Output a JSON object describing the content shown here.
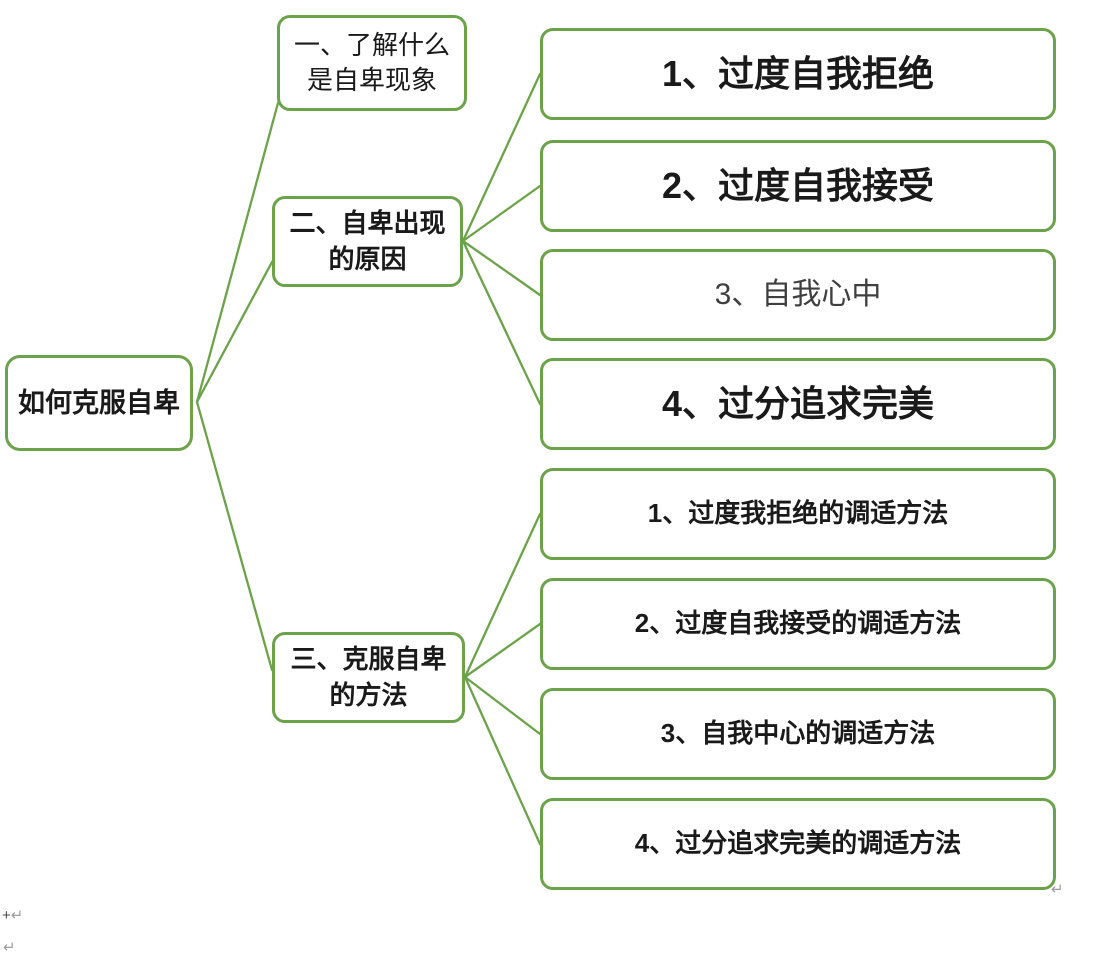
{
  "diagram": {
    "root": {
      "label": "如何克服自卑"
    },
    "branches": [
      {
        "label": "一、了解什么\n是自卑现象",
        "children": []
      },
      {
        "label": "二、自卑出现\n的原因",
        "children": [
          {
            "label": "1、过度自我拒绝"
          },
          {
            "label": "2、过度自我接受"
          },
          {
            "label": "3、自我心中"
          },
          {
            "label": "4、过分追求完美"
          }
        ]
      },
      {
        "label": "三、克服自卑\n的方法",
        "children": [
          {
            "label": "1、过度我拒绝的调适方法"
          },
          {
            "label": "2、过度自我接受的调适方法"
          },
          {
            "label": "3、自我中心的调适方法"
          },
          {
            "label": "4、过分追求完美的调适方法"
          }
        ]
      }
    ]
  },
  "editor_marks": {
    "insert_plus": "+",
    "return_symbol": "↵"
  },
  "colors": {
    "node_border_green": "#6CA24A",
    "text_black": "#1A1A1A",
    "muted_item_text": "#3F3F3F",
    "editor_mark_gray": "#9E9E9E"
  }
}
